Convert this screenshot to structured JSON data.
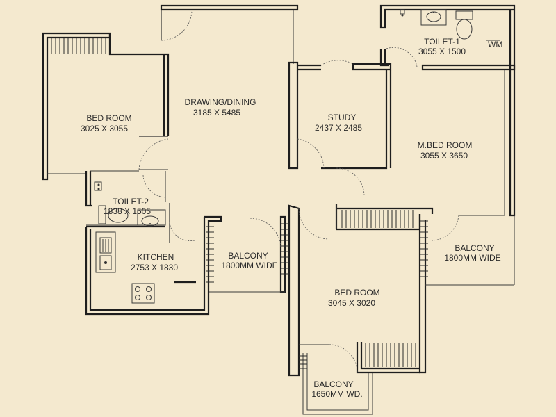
{
  "rooms": {
    "bedroom_1": {
      "name": "BED ROOM",
      "size": "3025 X 3055"
    },
    "drawing": {
      "name": "DRAWING/DINING",
      "size": "3185 X 5485"
    },
    "study": {
      "name": "STUDY",
      "size": "2437 X 2485"
    },
    "toilet_1": {
      "name": "TOILET-1",
      "size": "3055 X 1500"
    },
    "m_bedroom": {
      "name": "M.BED ROOM",
      "size": "3055 X 3650"
    },
    "toilet_2": {
      "name": "TOILET-2",
      "size": "1838 X 1505"
    },
    "kitchen": {
      "name": "KITCHEN",
      "size": "2753 X 1830"
    },
    "balcony_1": {
      "name": "BALCONY",
      "size": "1800MM WIDE"
    },
    "balcony_2": {
      "name": "BALCONY",
      "size": "1800MM WIDE"
    },
    "bedroom_2": {
      "name": "BED ROOM",
      "size": "3045 X 3020"
    },
    "balcony_3": {
      "name": "BALCONY",
      "size": "1650MM WD."
    }
  },
  "fixtures": {
    "wardrobe_mark": "WM"
  },
  "colors": {
    "background": "#f4e9cf",
    "walls": "#1e1e1e"
  }
}
